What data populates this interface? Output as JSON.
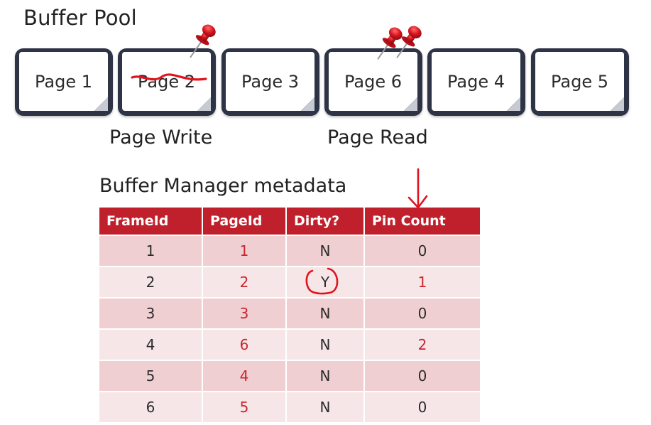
{
  "buffer_pool": {
    "title": "Buffer Pool",
    "frames": [
      {
        "label": "Page 1"
      },
      {
        "label": "Page 2"
      },
      {
        "label": "Page 3"
      },
      {
        "label": "Page 6"
      },
      {
        "label": "Page 4"
      },
      {
        "label": "Page 5"
      }
    ],
    "captions": {
      "write": "Page Write",
      "read": "Page Read"
    }
  },
  "metadata": {
    "title": "Buffer Manager metadata",
    "columns": [
      "FrameId",
      "PageId",
      "Dirty?",
      "Pin Count"
    ],
    "rows": [
      {
        "frame": "1",
        "page": "1",
        "dirty": "N",
        "pin": "0"
      },
      {
        "frame": "2",
        "page": "2",
        "dirty": "Y",
        "pin": "1"
      },
      {
        "frame": "3",
        "page": "3",
        "dirty": "N",
        "pin": "0"
      },
      {
        "frame": "4",
        "page": "6",
        "dirty": "N",
        "pin": "2"
      },
      {
        "frame": "5",
        "page": "4",
        "dirty": "N",
        "pin": "0"
      },
      {
        "frame": "6",
        "page": "5",
        "dirty": "N",
        "pin": "0"
      }
    ]
  },
  "colors": {
    "header_red": "#c0202c",
    "frame_dark": "#2f3346",
    "ink_red": "#e0141e",
    "row_dark": "#efcfd2",
    "row_light": "#f7e6e7"
  },
  "icons": [
    "pushpin-icon",
    "strike-mark",
    "circle-mark",
    "down-arrow-mark"
  ]
}
